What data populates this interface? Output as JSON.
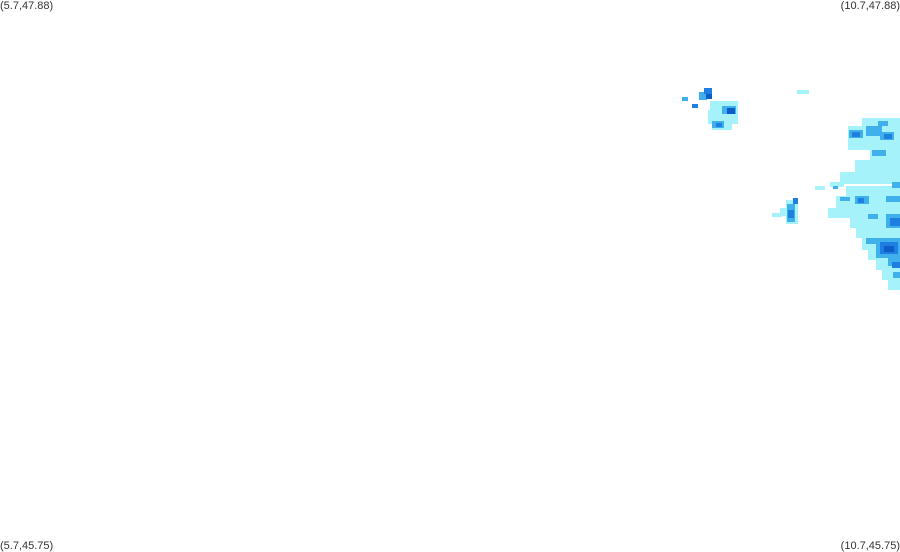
{
  "map": {
    "corners": {
      "top_left": "(5.7,47.88)",
      "top_right": "(10.7,47.88)",
      "bottom_left": "(5.7,45.75)",
      "bottom_right": "(10.7,45.75)"
    },
    "bounds": {
      "lon_min": 5.7,
      "lon_max": 10.7,
      "lat_min": 45.75,
      "lat_max": 47.88
    },
    "intensity_colors": {
      "light": "#a6f2fa",
      "medium": "#3fb0ec",
      "strong": "#1f7fe0",
      "heavy": "#0d5cc8"
    }
  }
}
